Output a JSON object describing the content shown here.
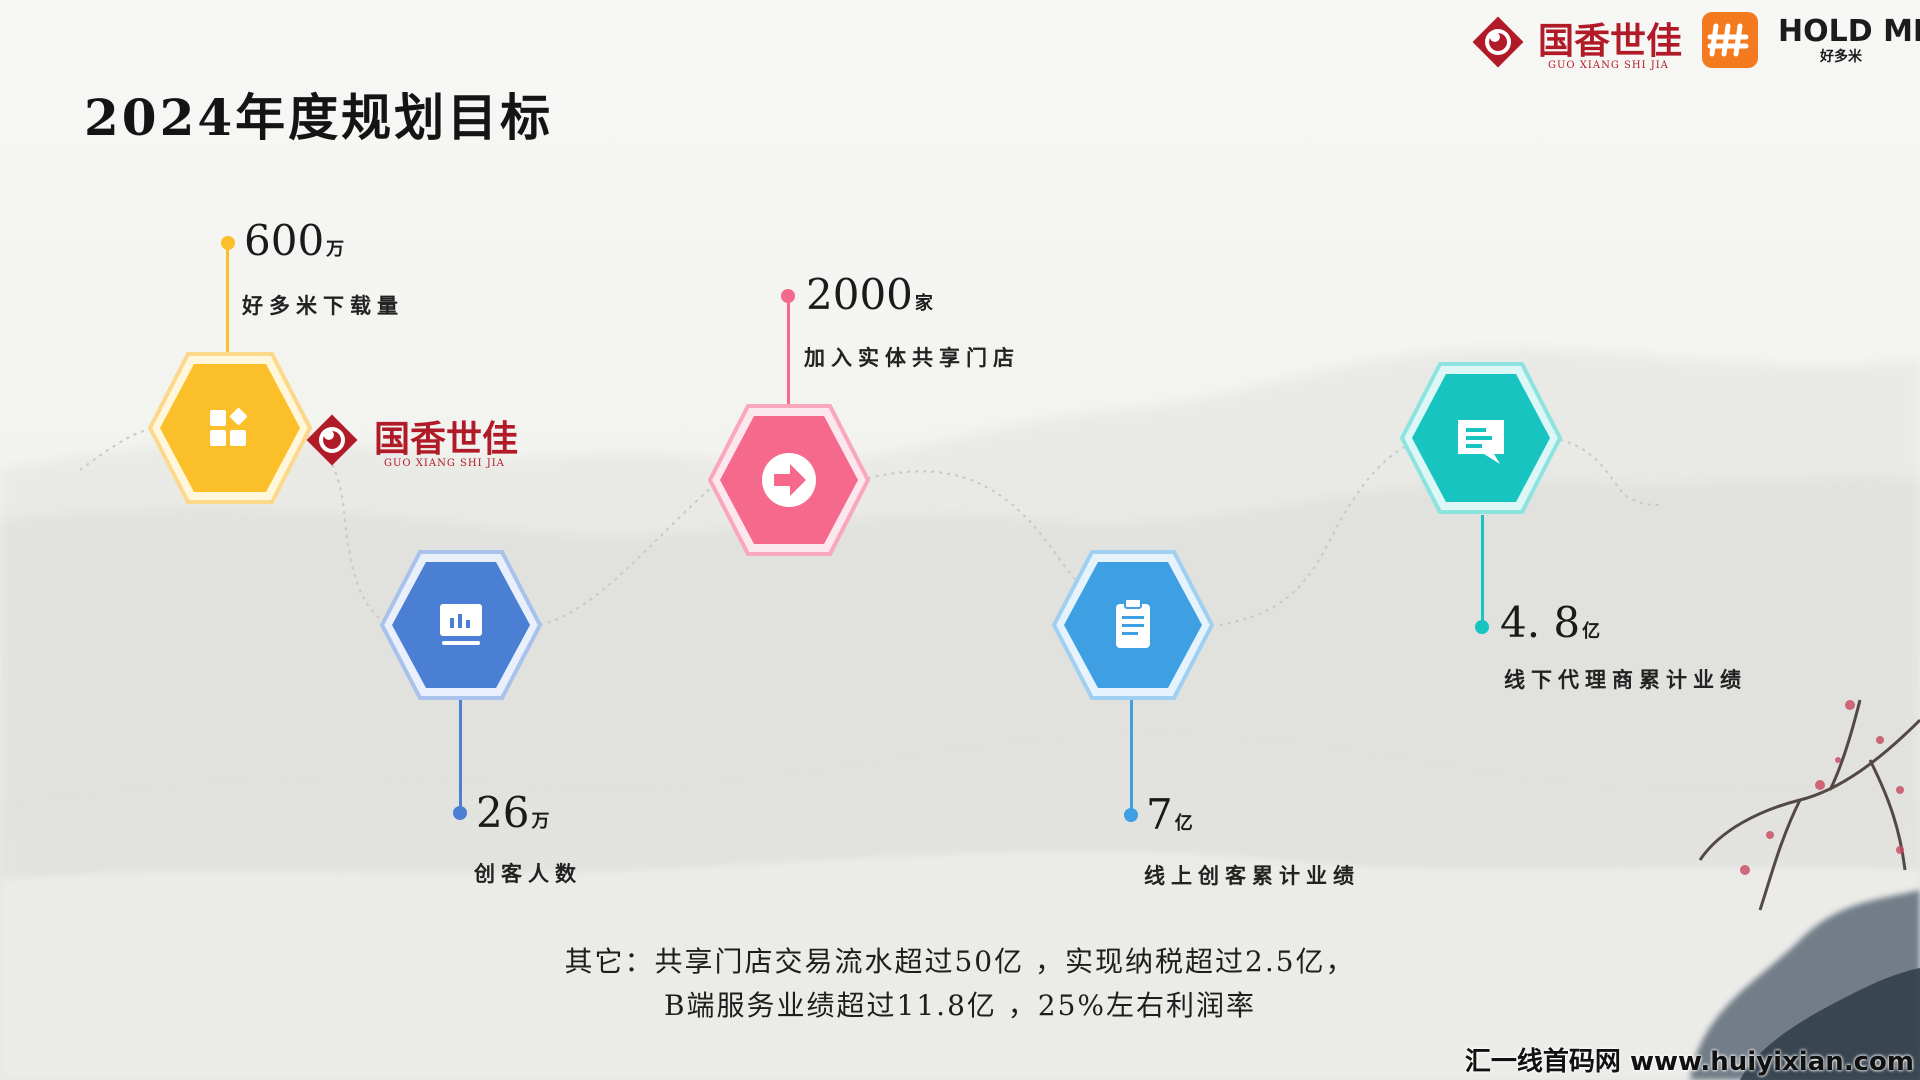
{
  "title": "2024年度规划目标",
  "brand": {
    "guoxiang_cn": "国香世佳",
    "guoxiang_en": "GUO XIANG SHI JIA",
    "holdme_en": "HOLD ME",
    "holdme_cn": "好多米"
  },
  "metrics": [
    {
      "value": "600",
      "unit": "万",
      "label": "好多米下载量",
      "color": "#fbbf2a",
      "icon": "grid-apps-icon"
    },
    {
      "value": "26",
      "unit": "万",
      "label": "创客人数",
      "color": "#4a7fd4",
      "icon": "chart-board-icon"
    },
    {
      "value": "2000",
      "unit": "家",
      "label": "加入实体共享门店",
      "color": "#f4698c",
      "icon": "arrow-right-circle-icon"
    },
    {
      "value": "7",
      "unit": "亿",
      "label": "线上创客累计业绩",
      "color": "#3ea0e2",
      "icon": "clipboard-icon"
    },
    {
      "value": "4. 8",
      "unit": "亿",
      "label": "线下代理商累计业绩",
      "color": "#18c4c0",
      "icon": "chat-message-icon"
    }
  ],
  "summary": {
    "line1": "其它：共享门店交易流水超过50亿 ，实现纳税超过2.5亿，",
    "line2": "B端服务业绩超过11.8亿 ，25%左右利润率"
  },
  "watermark": "汇一线首码网 www.huiyixian.com"
}
